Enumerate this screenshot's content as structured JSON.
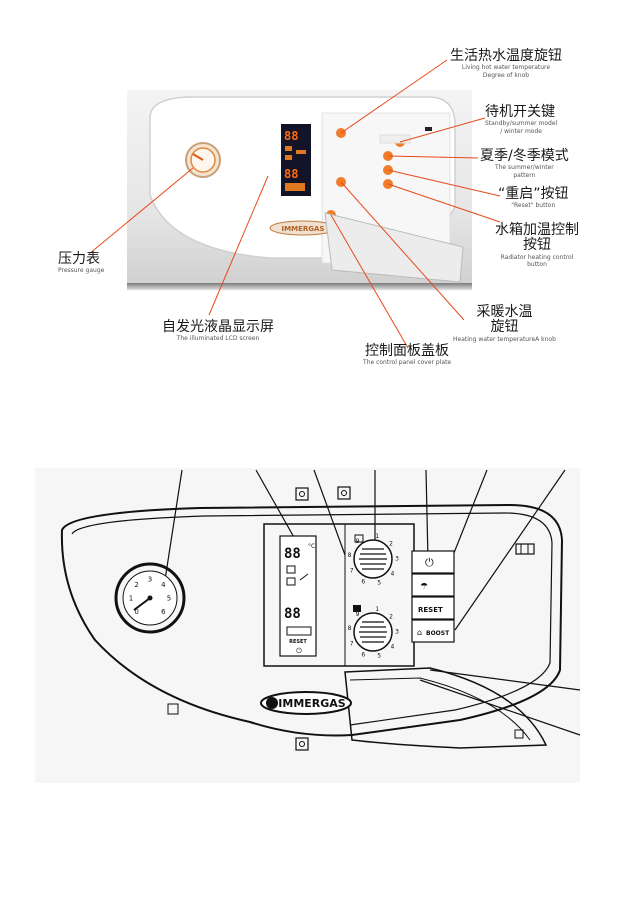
{
  "top_diagram": {
    "brand": "IMMERGAS",
    "callouts": {
      "dhw_knob": {
        "zh": "生活热水温度旋钮",
        "en1": "Living hot water temperature",
        "en2": "Degree of knob"
      },
      "standby": {
        "zh": "待机开关键",
        "en1": "Standby/summer model",
        "en2": "/ winter mode"
      },
      "season": {
        "zh": "夏季/冬季模式",
        "en1": "The summer/winter",
        "en2": "pattern"
      },
      "reset": {
        "zh": "“重启”按钮",
        "en1": "\"Reset\" button"
      },
      "radiator": {
        "zh1": "水箱加温控制",
        "zh2": "按钮",
        "en1": "Radiator heating control",
        "en2": "button"
      },
      "heating_knob": {
        "zh1": "采暖水温",
        "zh2": "旋钮",
        "en1": "Heating water temperatureA knob"
      },
      "cover": {
        "zh": "控制面板盖板",
        "en1": "The control panel cover plate"
      },
      "lcd": {
        "zh": "自发光液晶显示屏",
        "en1": "The illuminated LCD screen"
      },
      "gauge": {
        "zh": "压力表",
        "en1": "Pressure gauge"
      }
    }
  },
  "bottom_diagram": {
    "brand": "IMMERGAS",
    "gauge_ticks": [
      "0",
      "1",
      "2",
      "3",
      "4",
      "5",
      "6"
    ],
    "knob_ticks": [
      "1",
      "2",
      "3",
      "4",
      "5",
      "6",
      "7",
      "8",
      "9"
    ],
    "lcd_unit": "°C",
    "lcd_reset": "RESET",
    "buttons": {
      "power": "⏻",
      "reset": "RESET",
      "boost": "BOOST"
    }
  }
}
